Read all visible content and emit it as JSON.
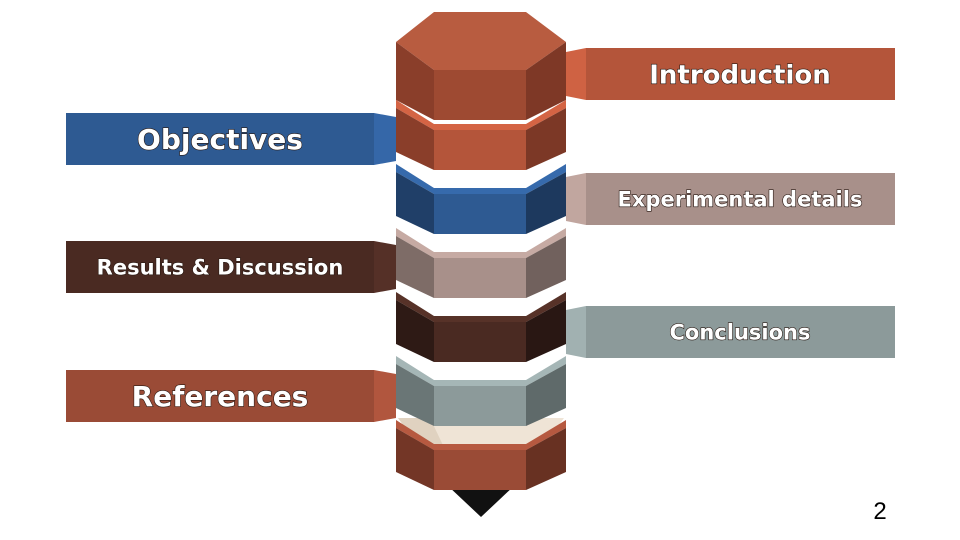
{
  "slide": {
    "page_number": "2"
  },
  "pencil": {
    "cap_color": "#B85C40",
    "tip_wood_color": "#EFE4D6",
    "lead_color": "#111111"
  },
  "sections": [
    {
      "id": "introduction",
      "label": "Introduction",
      "side": "right",
      "color": "#B4553A",
      "dark": "#8A3E2A"
    },
    {
      "id": "objectives",
      "label": "Objectives",
      "side": "left",
      "color": "#2E5A92",
      "dark": "#203F68"
    },
    {
      "id": "experimental-details",
      "label": "Experimental details",
      "side": "right",
      "color": "#A8908A",
      "dark": "#7E6C67"
    },
    {
      "id": "results-discussion",
      "label": "Results & Discussion",
      "side": "left",
      "color": "#4A2A22",
      "dark": "#2E1A15"
    },
    {
      "id": "conclusions",
      "label": "Conclusions",
      "side": "right",
      "color": "#8C9A9A",
      "dark": "#6A7676"
    },
    {
      "id": "references",
      "label": "References",
      "side": "left",
      "color": "#9A4B36",
      "dark": "#733626"
    }
  ]
}
